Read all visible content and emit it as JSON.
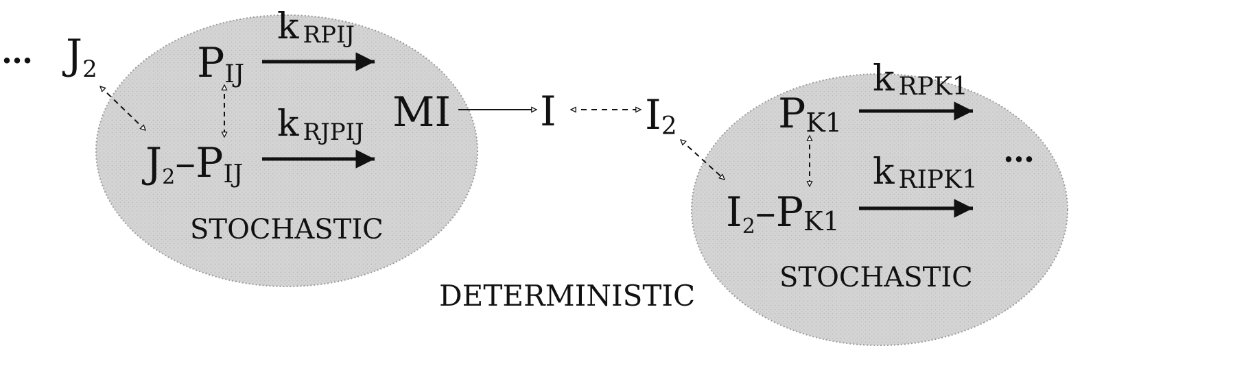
{
  "diagram": {
    "left_ellipse": {
      "label": "STOCHASTIC",
      "species_top": {
        "main": "P",
        "sub": "IJ"
      },
      "species_bottom": {
        "prefix": "J",
        "prefix_sub": "2",
        "dash": "–",
        "main": "P",
        "sub": "IJ"
      },
      "rate_top": {
        "main": "k",
        "sub": "RPIJ"
      },
      "rate_bottom": {
        "main": "k",
        "sub": "RJPIJ"
      }
    },
    "external_left": {
      "ellipsis": "…",
      "main": "J",
      "sub": "2"
    },
    "middle": {
      "mi_label": "MI",
      "i_label": "I",
      "i2": {
        "main": "I",
        "sub": "2"
      }
    },
    "right_ellipse": {
      "label": "STOCHASTIC",
      "species_top": {
        "main": "P",
        "sub": "K1"
      },
      "species_bottom": {
        "prefix": "I",
        "prefix_sub": "2",
        "dash": "–",
        "main": "P",
        "sub": "K1"
      },
      "rate_top": {
        "main": "k",
        "sub": "RPK1"
      },
      "rate_bottom": {
        "main": "k",
        "sub": "RIPK1"
      },
      "ellipsis": "…"
    },
    "deterministic_label": "DETERMINISTIC",
    "colors": {
      "ellipse_fill": "#d6d6d6",
      "ellipse_border": "#9a9a9a",
      "ink": "#111111"
    }
  }
}
